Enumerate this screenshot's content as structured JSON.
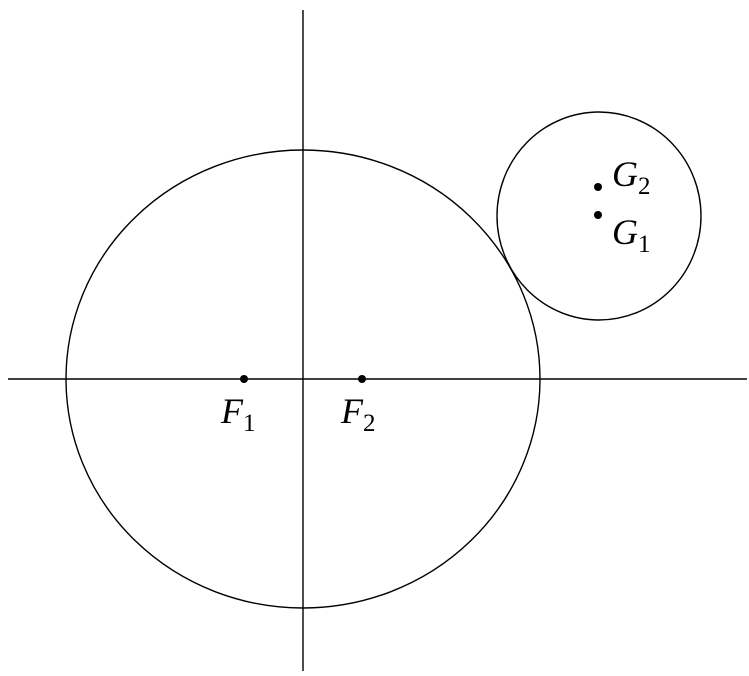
{
  "diagram": {
    "colors": {
      "ink": "#000000",
      "background": "#ffffff"
    },
    "points": {
      "F1": {
        "letter": "F",
        "subscript": "1"
      },
      "F2": {
        "letter": "F",
        "subscript": "2"
      },
      "G1": {
        "letter": "G",
        "subscript": "1"
      },
      "G2": {
        "letter": "G",
        "subscript": "2"
      }
    }
  }
}
